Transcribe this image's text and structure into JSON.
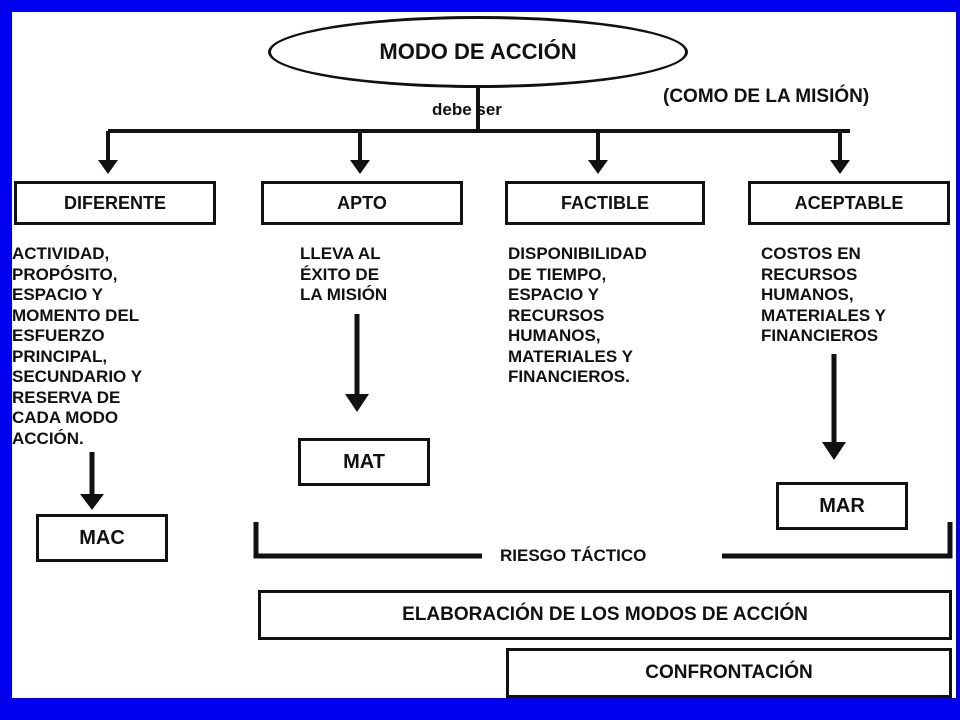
{
  "title": "MODO DE ACCIÓN",
  "subtitle_note": "(COMO DE LA MISIÓN)",
  "connector_label": "debe ser",
  "criteria": [
    {
      "label": "DIFERENTE",
      "description": "ACTIVIDAD,\nPROPÓSITO,\nESPACIO Y\nMOMENTO DEL\nESFUERZO\nPRINCIPAL,\nSECUNDARIO Y\nRESERVA DE\nCADA MODO\nACCIÓN.",
      "output": "MAC"
    },
    {
      "label": "APTO",
      "description": "LLEVA AL\nÉXITO DE\nLA MISIÓN",
      "output": "MAT"
    },
    {
      "label": "FACTIBLE",
      "description": "DISPONIBILIDAD\nDE TIEMPO,\nESPACIO Y\nRECURSOS\nHUMANOS,\nMATERIALES Y\nFINANCIEROS.",
      "output": ""
    },
    {
      "label": "ACEPTABLE",
      "description": "COSTOS EN\nRECURSOS\nHUMANOS,\nMATERIALES Y\nFINANCIEROS",
      "output": "MAR"
    }
  ],
  "risk_label": "RIESGO TÁCTICO",
  "elaboration_label": "ELABORACIÓN DE LOS MODOS DE ACCIÓN",
  "confrontation_label": "CONFRONTACIÓN",
  "colors": {
    "frame_border": "#0000ee",
    "ink": "#111111",
    "background": "#ffffff"
  }
}
